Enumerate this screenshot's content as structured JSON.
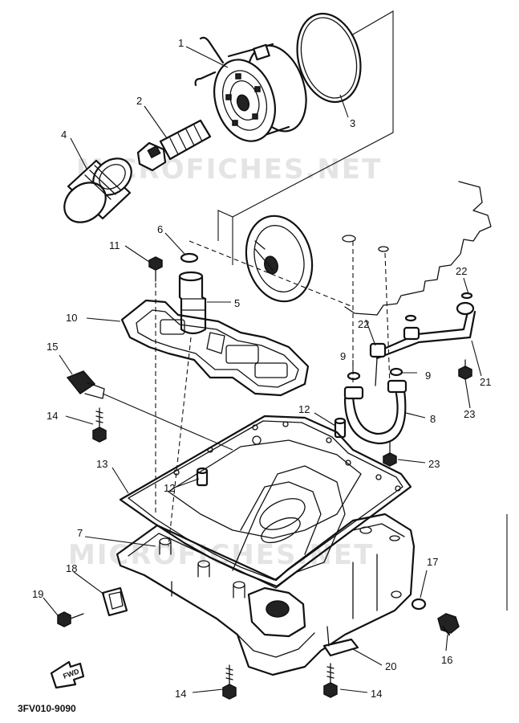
{
  "diagram": {
    "part_code": "3FV010-9090",
    "watermark": "MICROFICHES.NET",
    "direction_label": "FWD",
    "callouts": [
      {
        "id": "c1",
        "text": "1"
      },
      {
        "id": "c2",
        "text": "2"
      },
      {
        "id": "c3",
        "text": "3"
      },
      {
        "id": "c4",
        "text": "4"
      },
      {
        "id": "c5",
        "text": "5"
      },
      {
        "id": "c6",
        "text": "6"
      },
      {
        "id": "c7",
        "text": "7"
      },
      {
        "id": "c8",
        "text": "8"
      },
      {
        "id": "c9a",
        "text": "9"
      },
      {
        "id": "c9b",
        "text": "9"
      },
      {
        "id": "c10",
        "text": "10"
      },
      {
        "id": "c11",
        "text": "11"
      },
      {
        "id": "c12a",
        "text": "12"
      },
      {
        "id": "c12b",
        "text": "12"
      },
      {
        "id": "c13",
        "text": "13"
      },
      {
        "id": "c14a",
        "text": "14"
      },
      {
        "id": "c14b",
        "text": "14"
      },
      {
        "id": "c14c",
        "text": "14"
      },
      {
        "id": "c15",
        "text": "15"
      },
      {
        "id": "c16",
        "text": "16"
      },
      {
        "id": "c17",
        "text": "17"
      },
      {
        "id": "c18",
        "text": "18"
      },
      {
        "id": "c19",
        "text": "19"
      },
      {
        "id": "c20",
        "text": "20"
      },
      {
        "id": "c21",
        "text": "21"
      },
      {
        "id": "c22a",
        "text": "22"
      },
      {
        "id": "c22b",
        "text": "22"
      },
      {
        "id": "c23a",
        "text": "23"
      },
      {
        "id": "c23b",
        "text": "23"
      }
    ]
  }
}
